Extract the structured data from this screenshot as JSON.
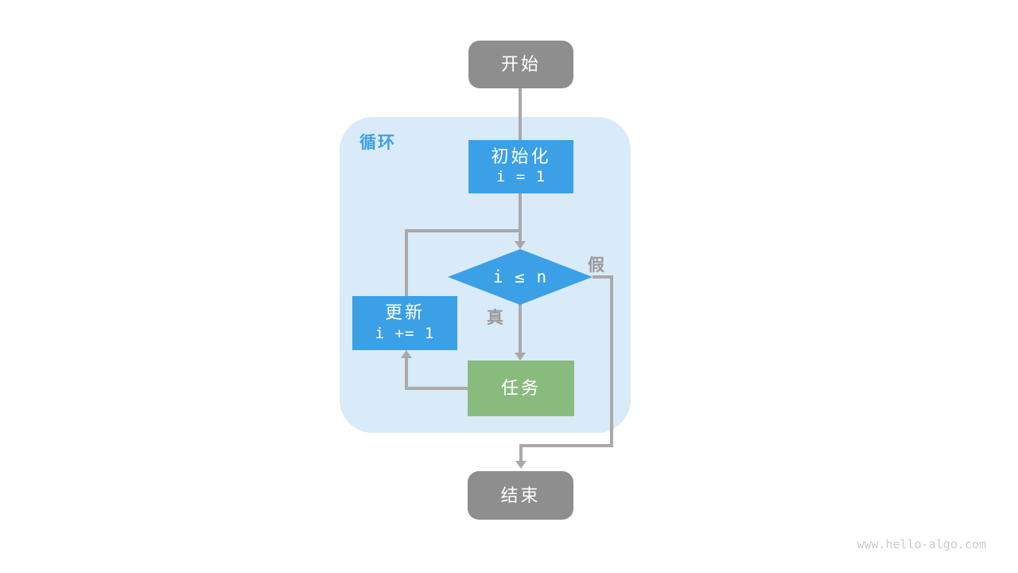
{
  "diagram": {
    "type": "flowchart",
    "loop_label": "循环",
    "nodes": {
      "start": {
        "label": "开始"
      },
      "init": {
        "label": "初始化",
        "code": "i = 1"
      },
      "condition": {
        "code": "i ≤ n"
      },
      "update": {
        "label": "更新",
        "code": "i += 1"
      },
      "task": {
        "label": "任务"
      },
      "end": {
        "label": "结束"
      }
    },
    "edge_labels": {
      "true_label": "真",
      "false_label": "假"
    }
  },
  "watermark": "www.hello-algo.com",
  "colors": {
    "node_blue": "#3BA0E6",
    "node_green": "#8ABB7E",
    "node_gray": "#8E8E8E",
    "loop_container_bg": "#D9EAF8",
    "connector_gray": "#A9A9A9",
    "edge_label_gray": "#9B9B9B",
    "loop_label_blue": "#3BA0E6",
    "watermark_gray": "#CBCBCB",
    "node_text": "#FFFFFF"
  }
}
